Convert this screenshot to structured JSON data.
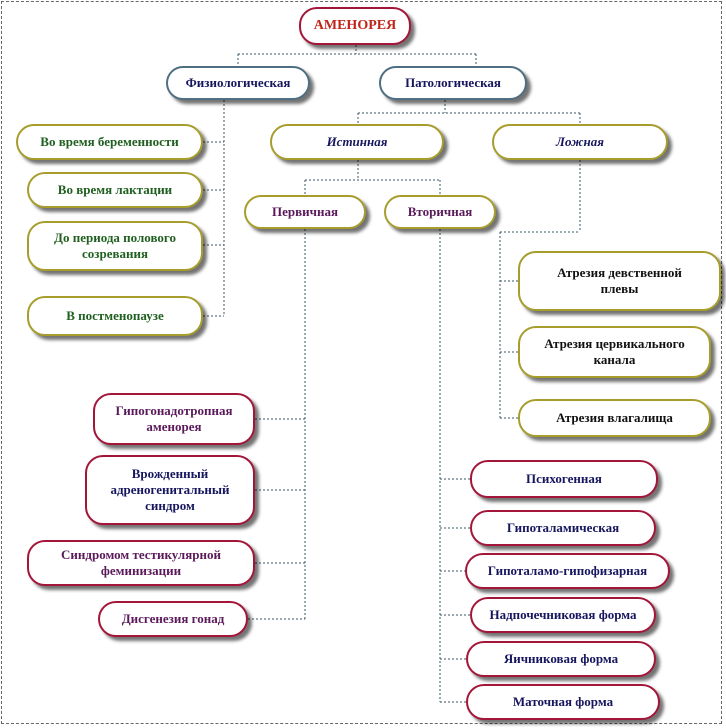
{
  "root": "АМЕНОРЕЯ",
  "level1": {
    "physiological": "Физиологическая",
    "pathological": "Патологическая"
  },
  "physiological_items": [
    "Во время беременности",
    "Во время лактации",
    "До периода полового созревания",
    "В постменопаузе"
  ],
  "pathological_types": {
    "true": "Истинная",
    "false": "Ложная"
  },
  "true_types": {
    "primary": "Первичная",
    "secondary": "Вторичная"
  },
  "false_items": [
    "Атрезия девственной плевы",
    "Атрезия цервикального канала",
    "Атрезия влагалища"
  ],
  "primary_items": [
    "Гипогонадотропная аменорея",
    "Врожденный адреногенитальный синдром",
    "Синдромом тестикулярной феминизации",
    "Дисгенезия гонад"
  ],
  "secondary_items": [
    "Психогенная",
    "Гипоталамическая",
    "Гипоталамо-гипофизарная",
    "Надпочечниковая форма",
    "Яичниковая форма",
    "Маточная форма"
  ]
}
